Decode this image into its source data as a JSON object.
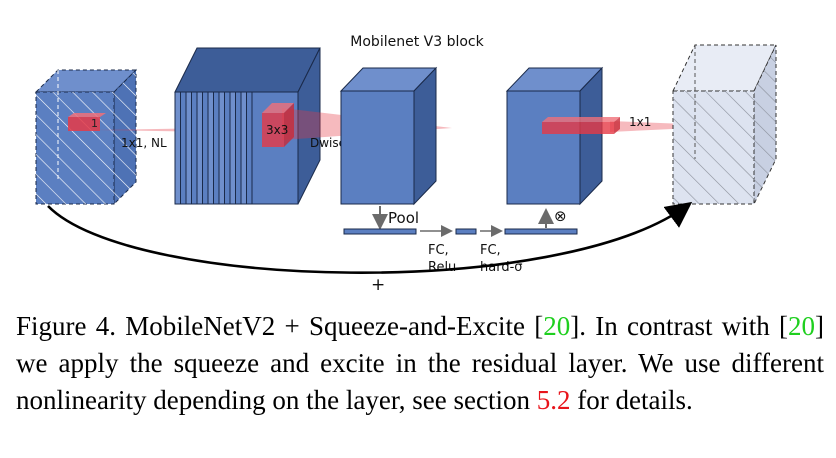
{
  "diagram": {
    "title": "Mobilenet V3 block",
    "labels": {
      "conv1": "1x1, NL",
      "kernel1": "1",
      "kernel3": "3x3",
      "dwise": "Dwise, NL",
      "proj": "1x1",
      "pool": "Pool",
      "fc1_line1": "FC,",
      "fc1_line2": "Relu",
      "fc2_line1": "FC,",
      "fc2_line2": "hard-σ",
      "multiply": "⊗",
      "residual_add": "+"
    },
    "colors": {
      "block_fill": "#5b7fc1",
      "block_stroke": "#1a2a4a",
      "kernel": "#e63946",
      "output_fill": "#dde3f0",
      "arrow": "#000000",
      "pool_arrow": "#6b6b6b"
    }
  },
  "caption": {
    "lead": "Figure 4. MobileNetV2 + Squeeze-and-Excite [",
    "cite1": "20",
    "mid": "].  In contrast with [",
    "cite2": "20",
    "rest": "] we apply the squeeze and excite in the residual layer. We use different nonlinearity depending on the layer, see section ",
    "section_ref": "5.2",
    "tail": " for details."
  }
}
